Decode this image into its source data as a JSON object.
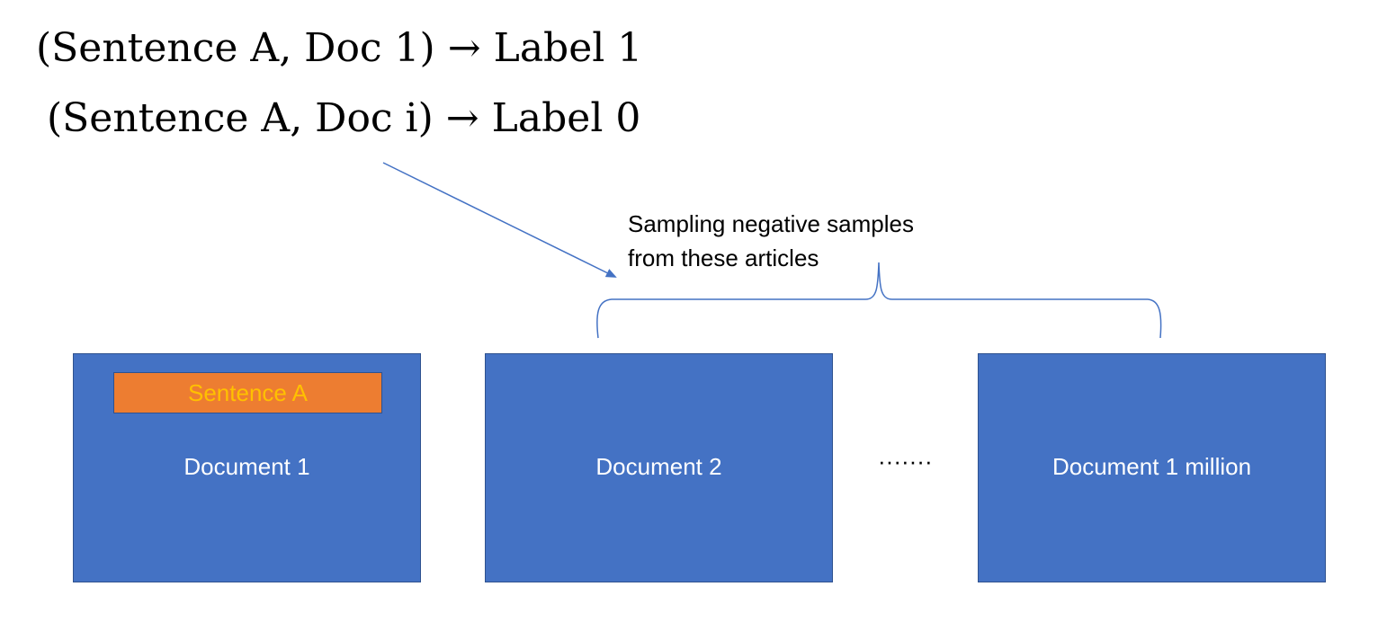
{
  "formulas": [
    {
      "left": "(Sentence A, Doc 1)",
      "arrow": "→",
      "right": "Label 1"
    },
    {
      "left": "(Sentence A, Doc i)",
      "arrow": "→",
      "right": "Label 0"
    }
  ],
  "annotation": {
    "line1": "Sampling negative samples",
    "line2": "from these articles"
  },
  "documents": [
    {
      "label": "Document 1",
      "sentence": "Sentence A"
    },
    {
      "label": "Document 2"
    },
    {
      "label": "Document 1 million"
    }
  ],
  "ellipsis": "·······",
  "colors": {
    "document_fill": "#4472c4",
    "document_border": "#2f528f",
    "sentence_fill": "#ed7d31",
    "sentence_text": "#ffc000",
    "connector": "#4472c4"
  }
}
